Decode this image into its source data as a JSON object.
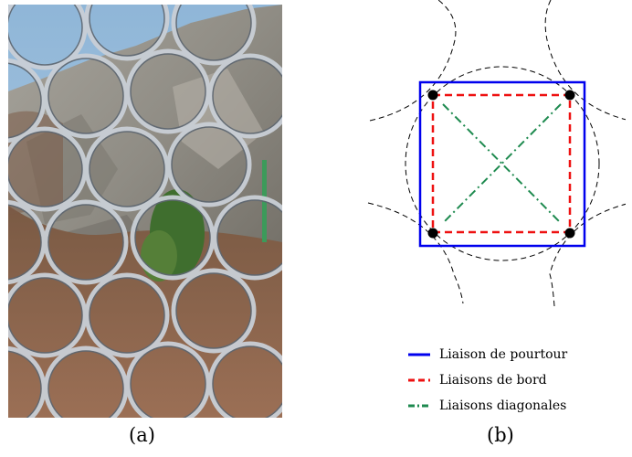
{
  "panels": {
    "a": {
      "caption": "(a)"
    },
    "b": {
      "caption": "(b)"
    }
  },
  "legend": [
    {
      "label": "Liaison de pourtour",
      "color": "#0000ee",
      "style": "solid"
    },
    {
      "label": "Liaisons de bord",
      "color": "#ee1111",
      "style": "dashed"
    },
    {
      "label": "Liaisons diagonales",
      "color": "#1e8a4f",
      "style": "dash-dot"
    }
  ],
  "colors": {
    "perimeter": "#0000ee",
    "edge": "#ee1111",
    "diagonal": "#1e8a4f",
    "ring": "#000000",
    "node": "#000000"
  }
}
